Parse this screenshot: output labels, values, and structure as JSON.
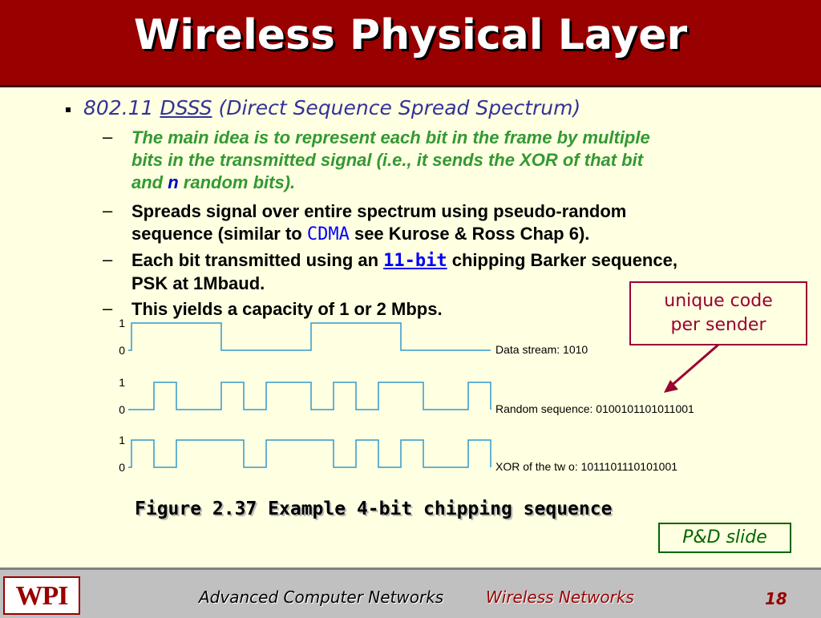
{
  "slide": {
    "title": "Wireless Physical Layer",
    "bullet": {
      "prefix": "802.11 ",
      "underlined": "DSSS",
      "suffix": " (Direct Sequence Spread Spectrum)"
    },
    "sub1": {
      "line1": "The main idea is to represent each bit in the frame by multiple",
      "line2": "bits in the transmitted signal (i.e., it sends the XOR of that bit",
      "line3_pre": "and ",
      "line3_var": "n",
      "line3_post": " random bits)."
    },
    "sub2": {
      "line1": "Spreads signal over entire spectrum using pseudo-random",
      "line2_pre": "sequence (similar to ",
      "line2_code": "CDMA",
      "line2_post": "  see Kurose & Ross Chap 6)."
    },
    "sub3": {
      "line1_pre": "Each bit transmitted using an ",
      "line1_code": "11-bit",
      "line1_post": " chipping Barker sequence,",
      "line2": "PSK at 1Mbaud."
    },
    "sub4": {
      "line1": "This yields a capacity of 1 or 2 Mbps."
    },
    "dash": "–",
    "callout": {
      "line1": "unique code",
      "line2": "per sender"
    },
    "figure_caption": "Figure 2.37 Example 4-bit chipping sequence",
    "pd_label": "P&D slide",
    "footer": {
      "logo": "WPI",
      "course": "Advanced Computer Networks",
      "topic": "Wireless Networks",
      "page": "18"
    },
    "colors": {
      "title_bg": "#990000",
      "signal": "#3399CC",
      "callout": "#990033",
      "body_bg": "#FFFFE1"
    }
  },
  "signals": [
    {
      "label": "Data stream: 1010",
      "high": "1",
      "low": "0",
      "bits": [
        1,
        0,
        1,
        0
      ]
    },
    {
      "label": "Random sequence: 0100101101011001",
      "high": "1",
      "low": "0",
      "bits": [
        0,
        1,
        0,
        0,
        1,
        0,
        1,
        1,
        0,
        1,
        0,
        1,
        1,
        0,
        0,
        1
      ]
    },
    {
      "label": "XOR of the tw o: 1011101110101001",
      "high": "1",
      "low": "0",
      "bits": [
        1,
        0,
        1,
        1,
        1,
        0,
        1,
        1,
        1,
        0,
        1,
        0,
        1,
        0,
        0,
        1
      ]
    }
  ]
}
